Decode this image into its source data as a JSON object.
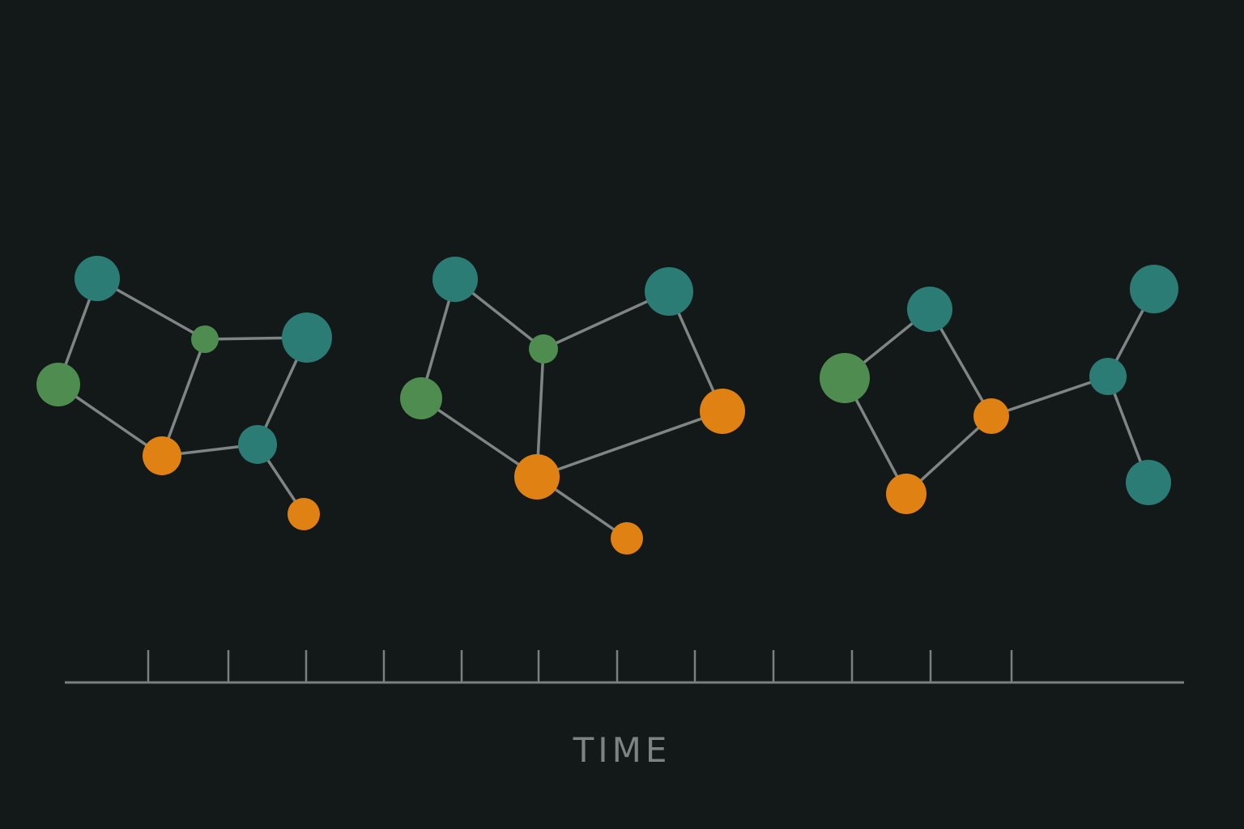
{
  "axis": {
    "label": "TIME",
    "tick_count": 12
  },
  "colors": {
    "background": "#131818",
    "edge": "#7f8585",
    "axis": "#7a7f7f",
    "teal": "#2b7c74",
    "green": "#4f8c4f",
    "orange": "#e08113"
  },
  "snapshots": [
    {
      "id": "graph-1",
      "nodes": [
        {
          "id": "a",
          "color": "teal"
        },
        {
          "id": "b",
          "color": "green"
        },
        {
          "id": "c",
          "color": "green"
        },
        {
          "id": "d",
          "color": "teal"
        },
        {
          "id": "e",
          "color": "orange"
        },
        {
          "id": "f",
          "color": "teal"
        },
        {
          "id": "g",
          "color": "orange"
        }
      ],
      "edges": [
        [
          "a",
          "c"
        ],
        [
          "a",
          "b"
        ],
        [
          "c",
          "d"
        ],
        [
          "c",
          "e"
        ],
        [
          "b",
          "e"
        ],
        [
          "e",
          "f"
        ],
        [
          "d",
          "f"
        ],
        [
          "f",
          "g"
        ]
      ]
    },
    {
      "id": "graph-2",
      "nodes": [
        {
          "id": "a",
          "color": "teal"
        },
        {
          "id": "b",
          "color": "green"
        },
        {
          "id": "c",
          "color": "green"
        },
        {
          "id": "d",
          "color": "teal"
        },
        {
          "id": "e",
          "color": "orange"
        },
        {
          "id": "f",
          "color": "orange"
        },
        {
          "id": "g",
          "color": "orange"
        }
      ],
      "edges": [
        [
          "a",
          "b"
        ],
        [
          "a",
          "c"
        ],
        [
          "c",
          "d"
        ],
        [
          "c",
          "f"
        ],
        [
          "b",
          "f"
        ],
        [
          "d",
          "e"
        ],
        [
          "f",
          "e"
        ],
        [
          "f",
          "g"
        ]
      ]
    },
    {
      "id": "graph-3",
      "nodes": [
        {
          "id": "a",
          "color": "green"
        },
        {
          "id": "b",
          "color": "teal"
        },
        {
          "id": "c",
          "color": "orange"
        },
        {
          "id": "d",
          "color": "orange"
        },
        {
          "id": "e",
          "color": "teal"
        },
        {
          "id": "f",
          "color": "teal"
        },
        {
          "id": "g",
          "color": "teal"
        }
      ],
      "edges": [
        [
          "a",
          "b"
        ],
        [
          "a",
          "d"
        ],
        [
          "b",
          "c"
        ],
        [
          "d",
          "c"
        ],
        [
          "c",
          "e"
        ],
        [
          "e",
          "f"
        ],
        [
          "e",
          "g"
        ]
      ]
    }
  ]
}
